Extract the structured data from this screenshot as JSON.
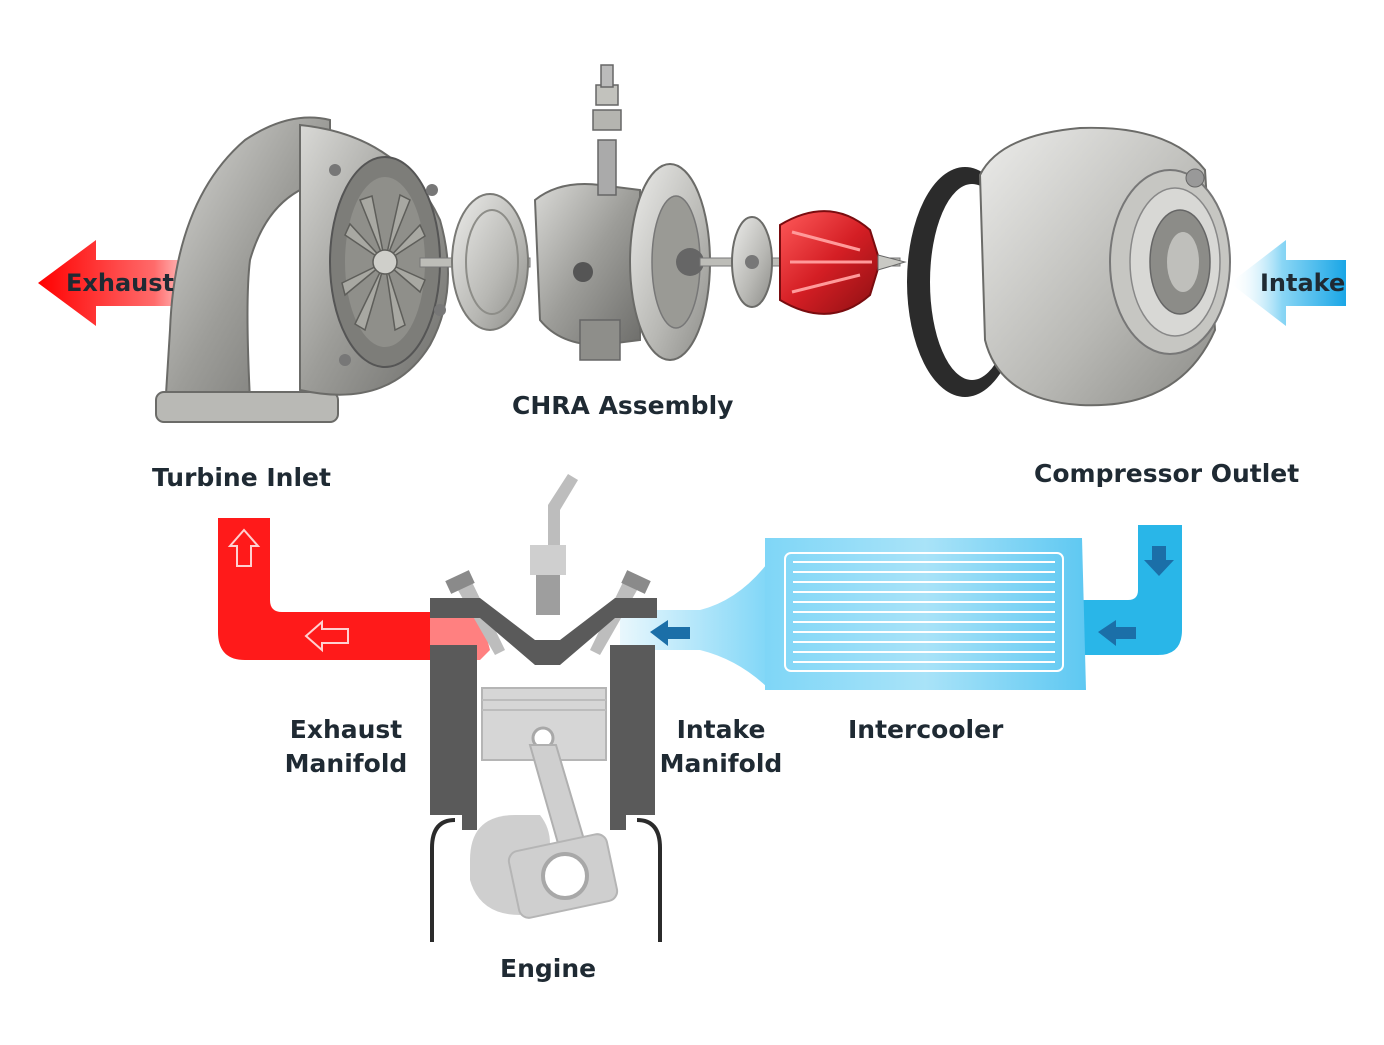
{
  "labels": {
    "exhaust": "Exhaust",
    "intake": "Intake",
    "chra_assembly": "CHRA Assembly",
    "turbine_inlet": "Turbine Inlet",
    "compressor_outlet": "Compressor Outlet",
    "exhaust_manifold_line1": "Exhaust",
    "exhaust_manifold_line2": "Manifold",
    "intake_manifold_line1": "Intake",
    "intake_manifold_line2": "Manifold",
    "intercooler": "Intercooler",
    "engine": "Engine"
  },
  "colors": {
    "exhaust_red": "#ff1a1a",
    "intake_blue": "#29b6e8",
    "intercooler_blue": "#6fd0f5",
    "engine_gray": "#5a5a5a",
    "engine_light": "#d6d6d6",
    "metal": "#a9a9a6",
    "turbine_wheel_red": "#d8222a",
    "label_text": "#1f2a33"
  }
}
